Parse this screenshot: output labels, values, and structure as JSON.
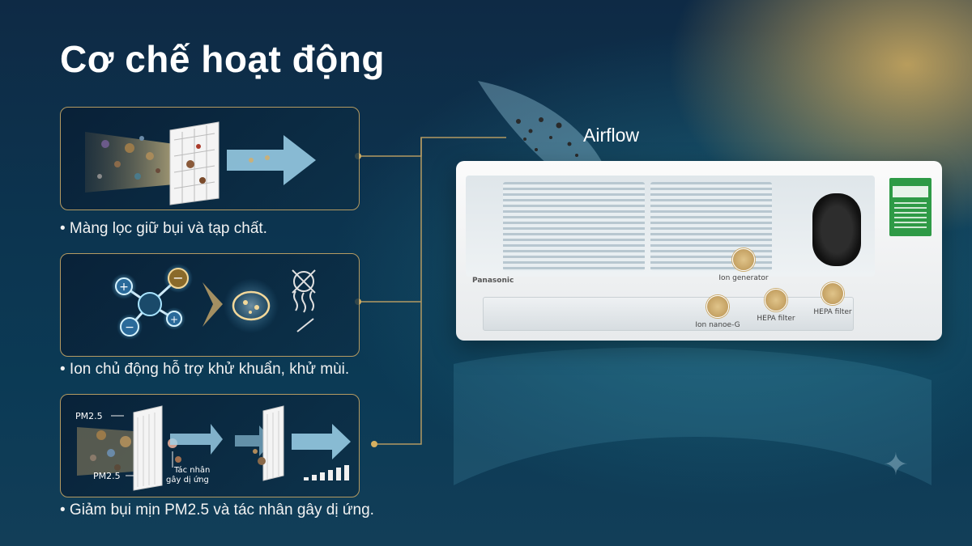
{
  "title": "Cơ chế hoạt động",
  "features": [
    {
      "caption": "• Màng lọc giữ bụi và tạp chất."
    },
    {
      "caption": "• Ion chủ động hỗ trợ khử khuẩn, khử mùi."
    },
    {
      "caption": "• Giảm bụi mịn PM2.5 và tác nhân gây dị ứng."
    }
  ],
  "panel3": {
    "pm_top": "PM2.5",
    "pm_bottom": "PM2.5",
    "allergen_line1": "Tác nhân",
    "allergen_line2": "gây dị ứng"
  },
  "airflow_label": "Airflow",
  "unit": {
    "brand": "Panasonic",
    "parts": {
      "ion_generator": "Ion generator",
      "ion_nanoe": "Ion nanoe-G",
      "hepa_filter_1": "HEPA filter",
      "hepa_filter_2": "HEPA filter"
    }
  },
  "colors": {
    "panel_border": "#b49a62",
    "accent_gold": "#d6b060",
    "arrow_blue": "#9fd3ec",
    "ion_glow": "#a8e4ff"
  }
}
